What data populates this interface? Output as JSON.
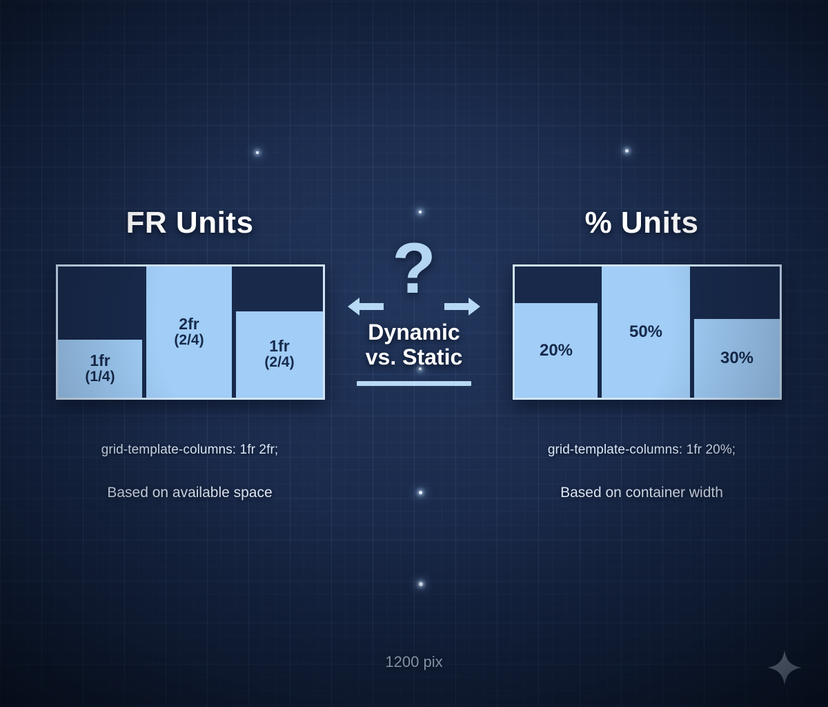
{
  "background": {
    "base_color": "#1b2b4c",
    "grid_color": "#94beeb",
    "accent_light": "#a1cdf6",
    "text_color": "#ffffff"
  },
  "panels": [
    {
      "id": "fr-units",
      "title": "FR Units",
      "code_caption": "grid-template-columns: 1fr 2fr;",
      "note_caption": "Based on available space",
      "columns": [
        {
          "label": "1fr",
          "sub": "(1/4)",
          "fill_ratio": 0.44
        },
        {
          "label": "2fr",
          "sub": "(2/4)",
          "fill_ratio": 1.0
        },
        {
          "label": "1fr",
          "sub": "(2/4)",
          "fill_ratio": 0.66
        }
      ]
    },
    {
      "id": "percent-units",
      "title": "% Units",
      "code_caption": "grid-template-columns: 1fr 20%;",
      "note_caption": "Based on container width",
      "columns": [
        {
          "label": "20%",
          "sub": "",
          "fill_ratio": 0.72
        },
        {
          "label": "50%",
          "sub": "",
          "fill_ratio": 1.0
        },
        {
          "label": "30%",
          "sub": "",
          "fill_ratio": 0.6
        }
      ]
    }
  ],
  "center": {
    "question_glyph": "?",
    "headline_line1": "Dynamic",
    "headline_line2": "vs. Static",
    "arrow_left": "arrow-left-icon",
    "arrow_right": "arrow-right-icon"
  },
  "footer": {
    "width_label": "1200 pix",
    "badge": "sparkle-icon"
  },
  "chart_data": {
    "type": "bar",
    "title": "FR Units vs % Units — Dynamic vs. Static",
    "charts": [
      {
        "name": "FR Units",
        "categories": [
          "1fr",
          "2fr",
          "1fr"
        ],
        "value_labels": [
          "1fr (1/4)",
          "2fr (2/4)",
          "1fr (2/4)"
        ],
        "fill_ratios": [
          0.44,
          1.0,
          0.66
        ],
        "column_width_ratios": [
          0.32,
          0.32,
          0.32
        ],
        "caption": "grid-template-columns: 1fr 2fr;",
        "note": "Based on available space"
      },
      {
        "name": "% Units",
        "categories": [
          "20%",
          "50%",
          "30%"
        ],
        "value_labels": [
          "20%",
          "50%",
          "30%"
        ],
        "values": [
          20,
          50,
          30
        ],
        "fill_ratios": [
          0.72,
          1.0,
          0.6
        ],
        "column_width_ratios": [
          0.3,
          0.33,
          0.32
        ],
        "caption": "grid-template-columns: 1fr 20%;",
        "note": "Based on container width"
      }
    ],
    "grid": true,
    "legend": "none",
    "xlabel": "",
    "ylabel": ""
  }
}
